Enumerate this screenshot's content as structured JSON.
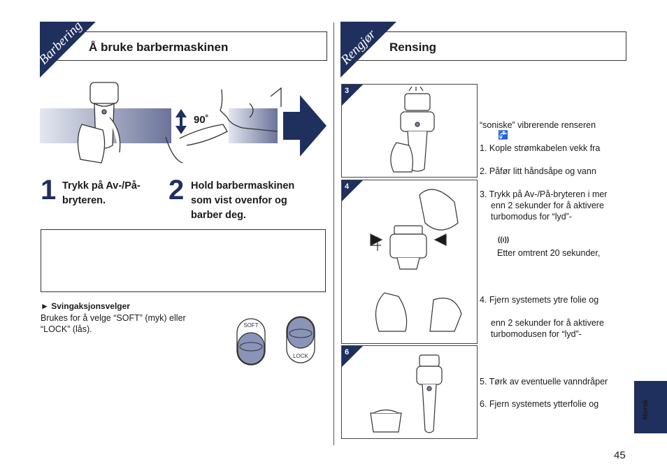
{
  "left": {
    "corner_label": "Barbering",
    "title": "Å bruke barbermaskinen",
    "angle": "90˚",
    "steps": [
      {
        "num": "1",
        "text_line1": "Trykk på Av-/På-",
        "text_line2": "bryteren."
      },
      {
        "num": "2",
        "text_line1": "Hold barbermaskinen",
        "text_line2": "som vist ovenfor og",
        "text_line3": "barber deg."
      }
    ],
    "swing_title": "Svingaksjonsvelger",
    "swing_line1": "Brukes for å velge “SOFT” (myk) eller",
    "swing_line2": "“LOCK” (lås).",
    "soft_label": "SOFT",
    "lock_label": "LOCK"
  },
  "right": {
    "corner_label": "Rengjør",
    "title": "Rensing",
    "panel_numbers": [
      "3",
      "4",
      "6"
    ],
    "lines": {
      "sonic": "“soniske” vibrerende renseren",
      "l1": "1. Kople strømkabelen vekk fra",
      "l2": "2. Påfør litt håndsåpe og vann",
      "l3a": "3. Trykk på Av-/På-bryteren i mer",
      "l3b": "enn 2 sekunder for å aktivere",
      "l3c": "turbomodus for “lyd”-",
      "l3d": "Etter omtrent 20 sekunder,",
      "l4a": "4. Fjern systemets ytre folie og",
      "l4b": "enn 2 sekunder for å aktivere",
      "l4c": "turbomodusen for “lyd”-",
      "l5": "5. Tørk av eventuelle vanndråper",
      "l6": "6. Fjern systemets ytterfolie og"
    }
  },
  "tab_label": "Norsk",
  "page_number": "45",
  "colors": {
    "accent": "#1f2f5e",
    "gradient_light": "#d5d9e8",
    "gradient_dark": "#6b7499"
  }
}
